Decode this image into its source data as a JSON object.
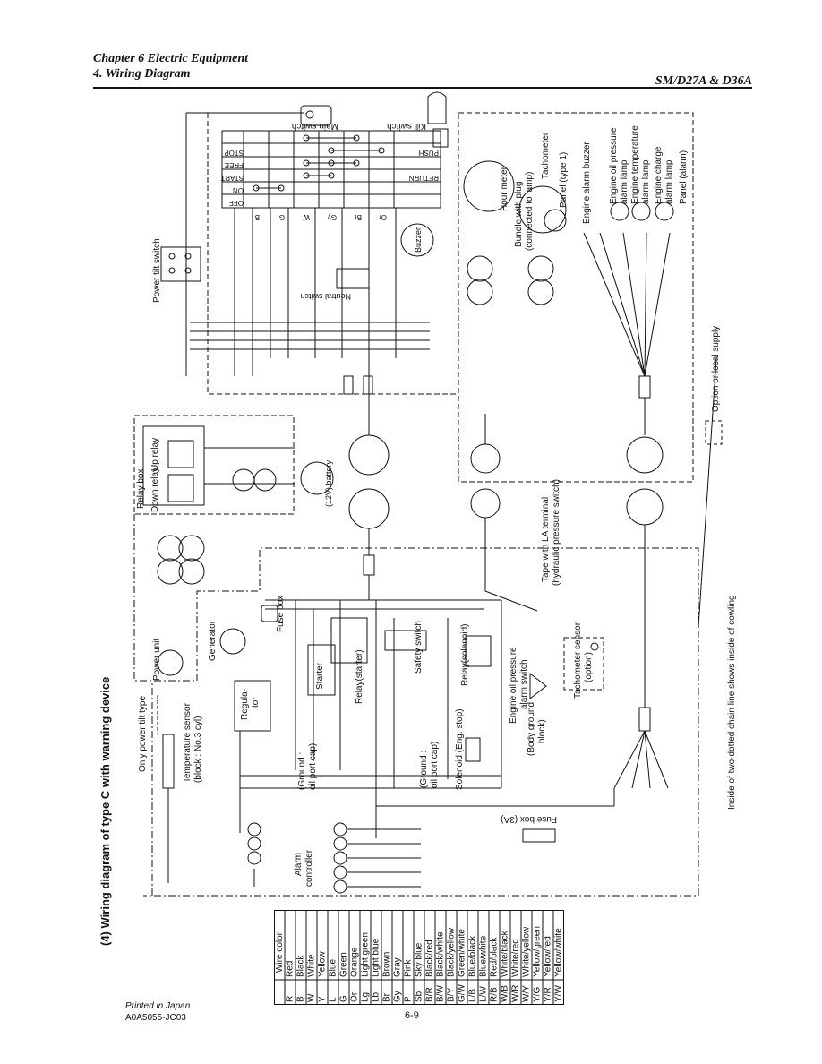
{
  "header": {
    "chapter": "Chapter 6 Electric Equipment",
    "section": "4. Wiring Diagram",
    "model": "SM/D27A & D36A"
  },
  "diagram": {
    "title": "(4)  Wiring diagram of type C with warning device",
    "labels": {
      "main_switch": "Main switch",
      "kill_switch": "Kill switch",
      "power_tilt_switch": "Power tilt switch",
      "neutral_switch": "Neutral switch",
      "buzzer": "Buzzer",
      "hour_meter": "Hour meter",
      "bundle_plug": "Bundle with plug",
      "bundle_plug2": "(connected to lamp)",
      "tachometer": "Tachometer",
      "panel_type1": "Panel (type 1)",
      "engine_alarm_buzzer": "Engine alarm buzzer",
      "oil_pressure_lamp": "Engine oil pressure",
      "oil_pressure_lamp2": "alarm lamp",
      "temp_lamp": "Engine temperature",
      "temp_lamp2": "alarm lamp",
      "charge_lamp": "Engine charge",
      "charge_lamp2": "alarm lamp",
      "panel_alarm": "Panel (alarm)",
      "option_local": "Option or local supply",
      "relay_box": "Relay box",
      "up_relay": "Up relay",
      "down_relay": "Down relay",
      "battery": "(12V) battery",
      "tape_la": "Tape with LA terminal",
      "tape_la2": "(hydraulic pressure switch)",
      "power_unit": "Power unit",
      "generator": "Generator",
      "fuse_box": "Fuse box",
      "relay_starter": "Relay(starter)",
      "safety_switch": "Safety switch",
      "relay_solenoid": "Relay(solenoid)",
      "oil_pressure_switch": "Engine oil pressure",
      "oil_pressure_switch2": "alarm switch",
      "body_ground": "(Body ground",
      "body_ground2": "block)",
      "tacho_sensor": "Tachometer sensor",
      "tacho_option": "(option)",
      "only_power_tilt": "Only power tilt type",
      "temp_sensor": "Temperature sensor",
      "temp_sensor2": "(block : No.3 cyl)",
      "regulator": "Regula-",
      "regulator2": "tor",
      "starter": "Starter",
      "ground1": "(Ground :",
      "ground1b": "oil port cap)",
      "ground2": "(Ground :",
      "ground2b": "oil port cap)",
      "solenoid": "Solenoid (Eng. stop)",
      "alarm_controller": "Alarm",
      "alarm_controller2": "controller",
      "fuse_box_3a": "Fuse box (3A)",
      "cowling_note": "Inside of two-dotted chain line shows inside of cowling",
      "switch_rows": [
        "OFF",
        "ON",
        "START",
        "FREE",
        "STOP"
      ],
      "switch_rows_right": [
        "RETURN",
        "PUSH"
      ],
      "switch_cols": [
        "B",
        "G",
        "W",
        "Gy",
        "Br",
        "Or"
      ]
    }
  },
  "wire_colors": {
    "heading": "Wire color",
    "rows": [
      [
        "R",
        "Red"
      ],
      [
        "B",
        "Black"
      ],
      [
        "W",
        "White"
      ],
      [
        "Y",
        "Yellow"
      ],
      [
        "L",
        "Blue"
      ],
      [
        "G",
        "Green"
      ],
      [
        "Or",
        "Orange"
      ],
      [
        "Lg",
        "Light green"
      ],
      [
        "Lb",
        "Light blue"
      ],
      [
        "Br",
        "Brown"
      ],
      [
        "Gy",
        "Gray"
      ],
      [
        "P",
        "Pink"
      ],
      [
        "Sb",
        "Sky blue"
      ],
      [
        "B/R",
        "Black/red"
      ],
      [
        "B/W",
        "Black/white"
      ],
      [
        "B/Y",
        "Black/yellow"
      ],
      [
        "G/W",
        "Green/white"
      ],
      [
        "L/B",
        "Blue/black"
      ],
      [
        "L/W",
        "Blue/white"
      ],
      [
        "R/B",
        "Red/black"
      ],
      [
        "W/B",
        "White/black"
      ],
      [
        "W/R",
        "White/red"
      ],
      [
        "W/Y",
        "White/yellow"
      ],
      [
        "Y/G",
        "Yellow/green"
      ],
      [
        "Y/R",
        "Yellow/red"
      ],
      [
        "Y/W",
        "Yellow/white"
      ]
    ]
  },
  "footer": {
    "printed": "Printed in Japan",
    "code": "A0A5055-JC03",
    "page": "6-9"
  }
}
